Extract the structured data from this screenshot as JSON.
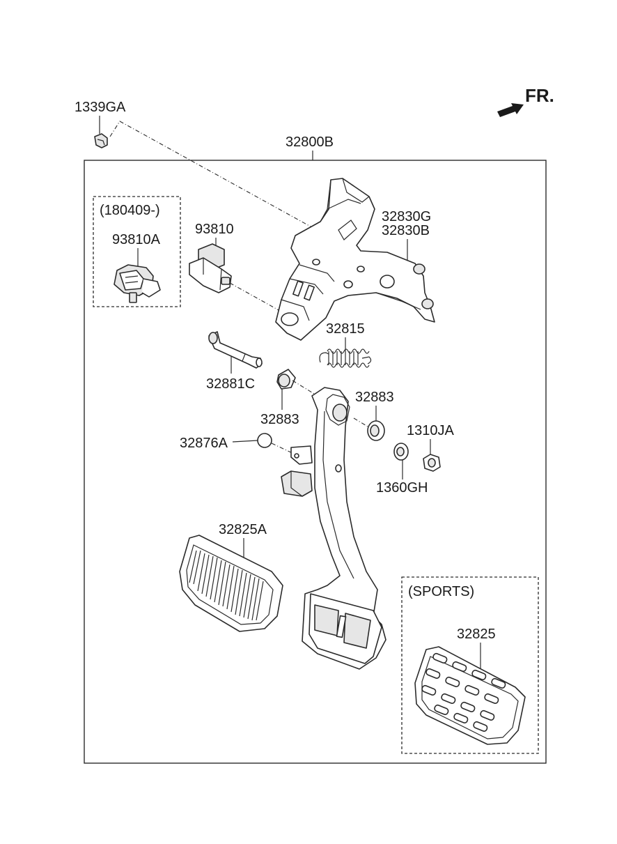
{
  "orientation": {
    "label": "FR."
  },
  "variants": {
    "date_variant": "(180409-)",
    "sports_variant": "(SPORTS)"
  },
  "parts": {
    "p1339GA": "1339GA",
    "p32800B": "32800B",
    "p32830G": "32830G",
    "p32830B": "32830B",
    "p93810": "93810",
    "p93810A": "93810A",
    "p32815": "32815",
    "p32881C": "32881C",
    "p32883_left": "32883",
    "p32883_right": "32883",
    "p32876A": "32876A",
    "p1310JA": "1310JA",
    "p1360GH": "1360GH",
    "p32825A": "32825A",
    "p32825": "32825"
  }
}
